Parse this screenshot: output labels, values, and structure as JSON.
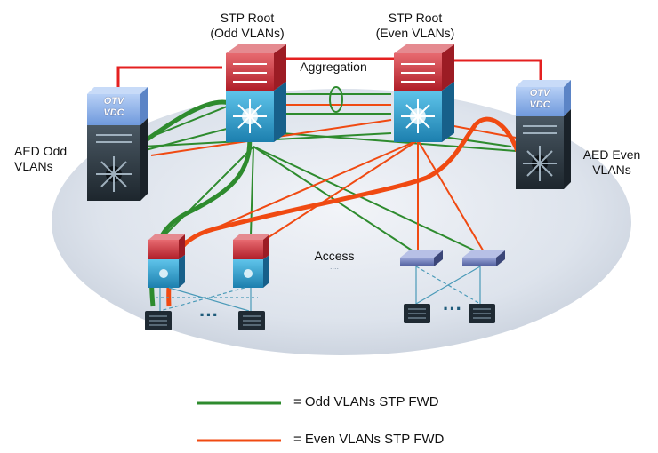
{
  "labels": {
    "stp_root_odd_line1": "STP Root",
    "stp_root_odd_line2": "(Odd VLANs)",
    "stp_root_even_line1": "STP Root",
    "stp_root_even_line2": "(Even VLANs)",
    "aggregation": "Aggregation",
    "access": "Access",
    "access_dots": "....",
    "aed_odd_line1": "AED Odd",
    "aed_odd_line2": "VLANs",
    "aed_even_line1": "AED Even",
    "aed_even_line2": "VLANs",
    "otv_left_line1": "OTV",
    "otv_left_line2": "VDC",
    "otv_right_line1": "OTV",
    "otv_right_line2": "VDC",
    "ellipsis_left": "···",
    "ellipsis_right": "···"
  },
  "legend": {
    "odd": "= Odd VLANs STP FWD",
    "even": "= Even VLANs STP FWD"
  },
  "colors": {
    "odd_vlan_green": "#2e8b2e",
    "even_vlan_orange": "#f04a12",
    "red_link": "#e42020",
    "switch_red": "#c8323a",
    "switch_blue": "#2a9ec8",
    "dark_switch": "#2f3b44",
    "otv_blue": "#8fb4ea",
    "cloud": "#d5dce6"
  },
  "icons": [
    "core-switch-icon",
    "nexus-switch-icon",
    "dark-switch-icon",
    "access-switch-icon",
    "server-icon",
    "otv-vdc-icon"
  ]
}
